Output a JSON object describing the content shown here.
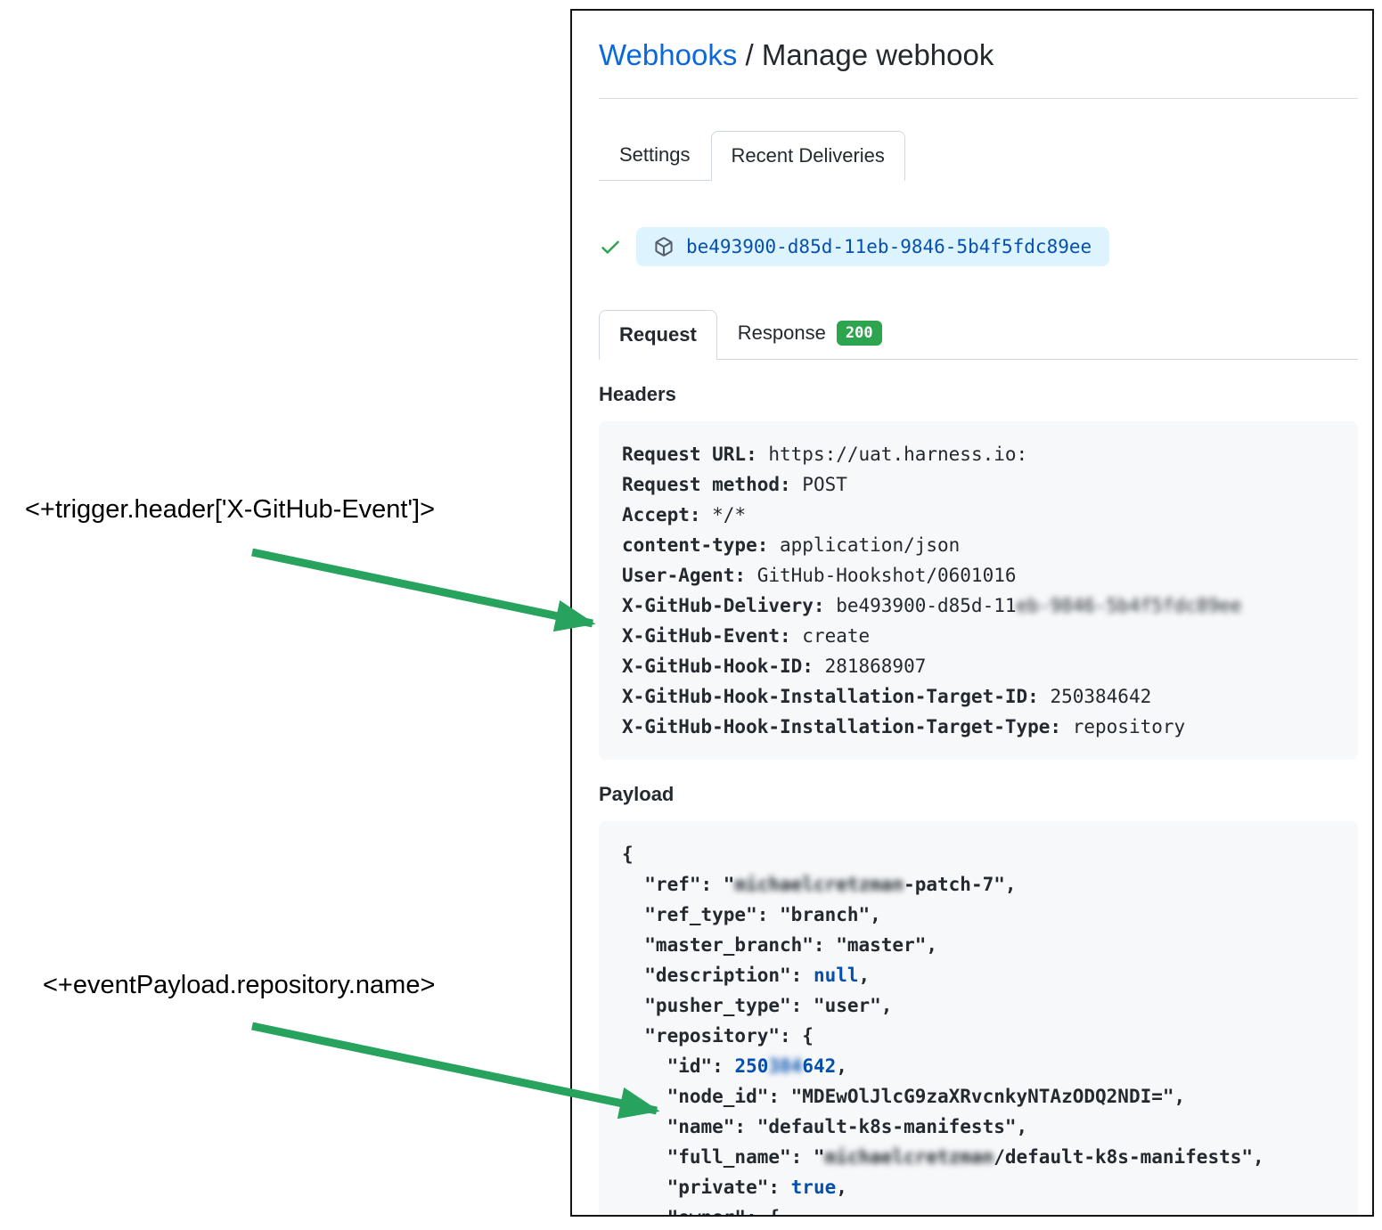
{
  "colors": {
    "link_blue": "#0969da",
    "text_dark": "#24292f",
    "arrow_green": "#27a35e",
    "check_green": "#2da44e",
    "badge_green": "#2da44e",
    "pill_bg": "#ddf4ff",
    "pill_text": "#0550ae",
    "code_bg": "#f6f8fa",
    "code_blue": "#0550ae",
    "icon_gray": "#57606a"
  },
  "annotations": {
    "trigger_expression": "<+trigger.header['X-GitHub-Event']>",
    "payload_expression": "<+eventPayload.repository.name>"
  },
  "header": {
    "breadcrumb_link": "Webhooks",
    "breadcrumb_separator": " / ",
    "breadcrumb_current": "Manage webhook"
  },
  "tabs": {
    "settings": "Settings",
    "recent_deliveries": "Recent Deliveries"
  },
  "delivery": {
    "guid": "be493900-d85d-11eb-9846-5b4f5fdc89ee"
  },
  "request_tabs": {
    "request": "Request",
    "response": "Response",
    "response_status": "200"
  },
  "headers_section": {
    "title": "Headers",
    "items": [
      {
        "key": "Request URL:",
        "value": "https://uat.harness.io:"
      },
      {
        "key": "Request method:",
        "value": "POST"
      },
      {
        "key": "Accept:",
        "value": "*/*"
      },
      {
        "key": "content-type:",
        "value": "application/json"
      },
      {
        "key": "User-Agent:",
        "value": "GitHub-Hookshot/0601016"
      },
      {
        "key": "X-GitHub-Delivery:",
        "value": "be493900-d85d-11",
        "value_blurred": "eb-9846-5b4f5fdc89ee"
      },
      {
        "key": "X-GitHub-Event:",
        "value": "create"
      },
      {
        "key": "X-GitHub-Hook-ID:",
        "value": "281868907"
      },
      {
        "key": "X-GitHub-Hook-Installation-Target-ID:",
        "value": "250384642"
      },
      {
        "key": "X-GitHub-Hook-Installation-Target-Type:",
        "value": "repository"
      }
    ]
  },
  "payload_section": {
    "title": "Payload",
    "lines": [
      [
        {
          "t": "p",
          "v": "{"
        }
      ],
      [
        {
          "t": "p",
          "v": "  \"ref\": \""
        },
        {
          "t": "b",
          "v": "michaelcretzman"
        },
        {
          "t": "p",
          "v": "-patch-7\","
        }
      ],
      [
        {
          "t": "p",
          "v": "  \"ref_type\": \"branch\","
        }
      ],
      [
        {
          "t": "p",
          "v": "  \"master_branch\": \"master\","
        }
      ],
      [
        {
          "t": "p",
          "v": "  \"description\": "
        },
        {
          "t": "u",
          "v": "null"
        },
        {
          "t": "p",
          "v": ","
        }
      ],
      [
        {
          "t": "p",
          "v": "  \"pusher_type\": \"user\","
        }
      ],
      [
        {
          "t": "p",
          "v": "  \"repository\": {"
        }
      ],
      [
        {
          "t": "p",
          "v": "    \"id\": "
        },
        {
          "t": "u",
          "v": "250"
        },
        {
          "t": "ub",
          "v": "384"
        },
        {
          "t": "u",
          "v": "642"
        },
        {
          "t": "p",
          "v": ","
        }
      ],
      [
        {
          "t": "p",
          "v": "    \"node_id\": \"MDEwOlJlcG9zaXRvcnkyNTAzODQ2NDI=\","
        }
      ],
      [
        {
          "t": "p",
          "v": "    \"name\": \"default-k8s-manifests\","
        }
      ],
      [
        {
          "t": "p",
          "v": "    \"full_name\": \""
        },
        {
          "t": "b",
          "v": "michaelcretzman"
        },
        {
          "t": "p",
          "v": "/default-k8s-manifests\","
        }
      ],
      [
        {
          "t": "p",
          "v": "    \"private\": "
        },
        {
          "t": "u",
          "v": "true"
        },
        {
          "t": "p",
          "v": ","
        }
      ],
      [
        {
          "t": "p",
          "v": "    \"owner\": {"
        }
      ]
    ]
  }
}
